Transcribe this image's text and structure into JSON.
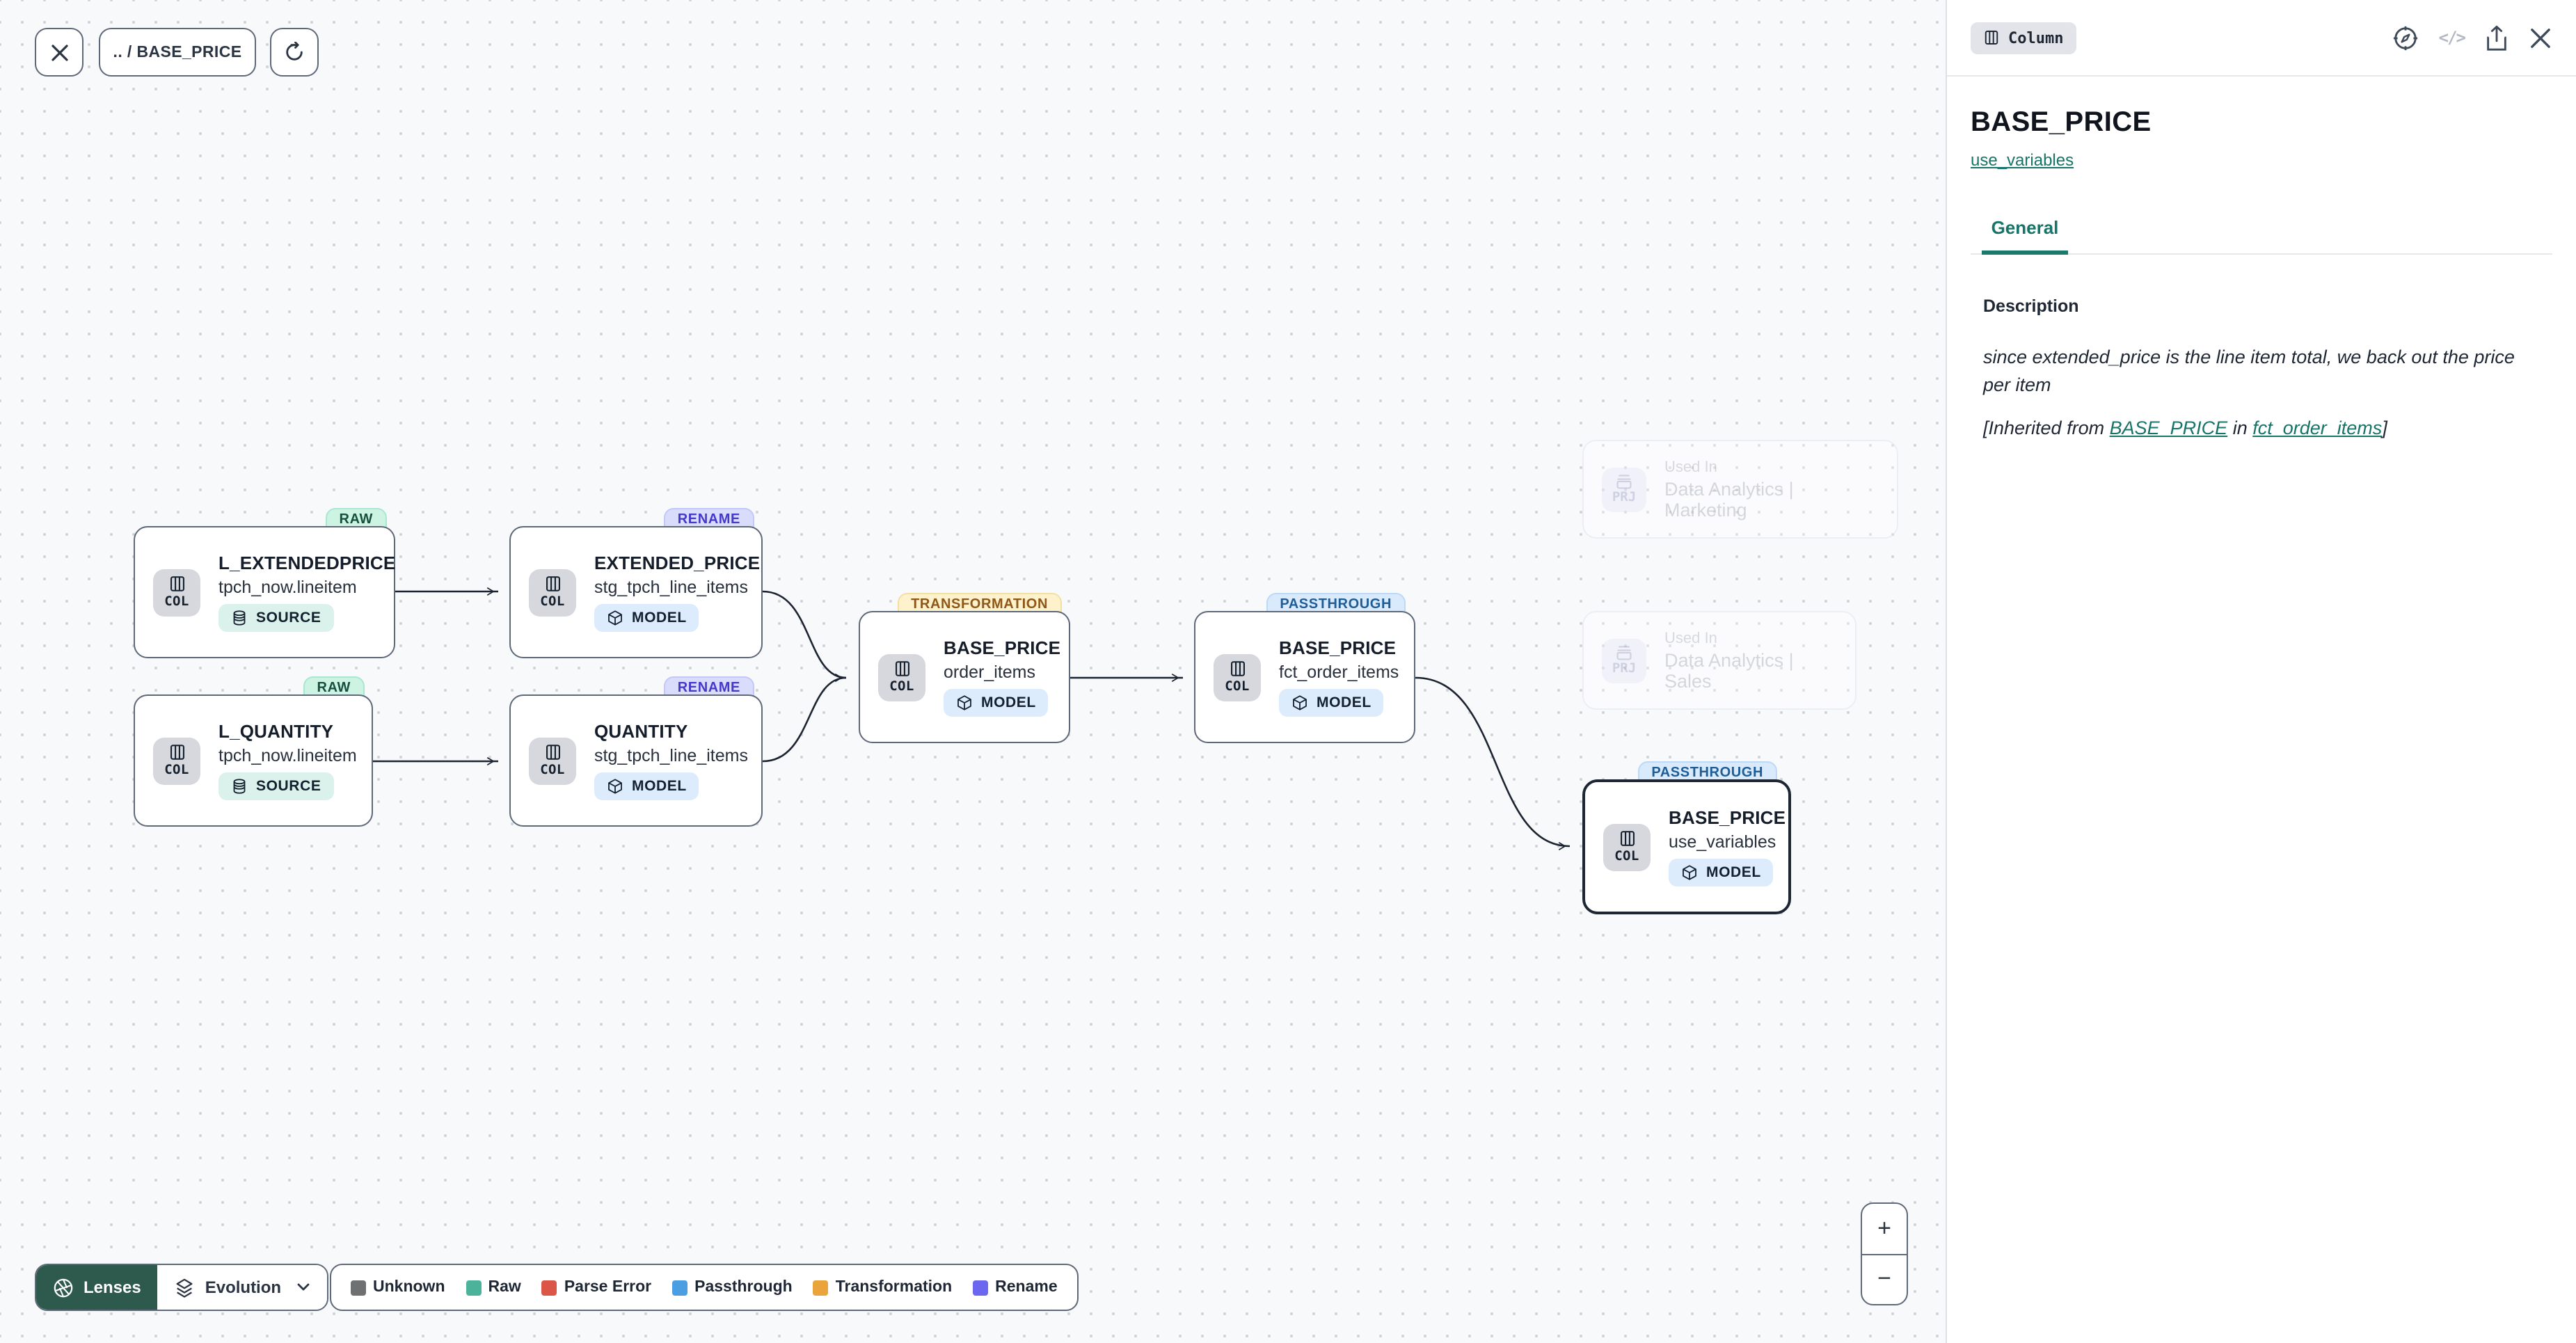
{
  "toolbar": {
    "breadcrumb": ".. / BASE_PRICE"
  },
  "nodes": [
    {
      "badge": "RAW",
      "title": "L_EXTENDEDPRICE",
      "subtitle": "tpch_now.lineitem",
      "type_label": "COL",
      "chip": "SOURCE"
    },
    {
      "badge": "RENAME",
      "title": "EXTENDED_PRICE",
      "subtitle": "stg_tpch_line_items",
      "type_label": "COL",
      "chip": "MODEL"
    },
    {
      "badge": "RAW",
      "title": "L_QUANTITY",
      "subtitle": "tpch_now.lineitem",
      "type_label": "COL",
      "chip": "SOURCE"
    },
    {
      "badge": "RENAME",
      "title": "QUANTITY",
      "subtitle": "stg_tpch_line_items",
      "type_label": "COL",
      "chip": "MODEL"
    },
    {
      "badge": "TRANSFORMATION",
      "title": "BASE_PRICE",
      "subtitle": "order_items",
      "type_label": "COL",
      "chip": "MODEL"
    },
    {
      "badge": "PASSTHROUGH",
      "title": "BASE_PRICE",
      "subtitle": "fct_order_items",
      "type_label": "COL",
      "chip": "MODEL"
    },
    {
      "badge": "PASSTHROUGH",
      "title": "BASE_PRICE",
      "subtitle": "use_variables",
      "type_label": "COL",
      "chip": "MODEL"
    }
  ],
  "ghosts": [
    {
      "label": "Used In",
      "name": "Data Analytics | Marketing",
      "type_label": "PRJ"
    },
    {
      "label": "Used In",
      "name": "Data Analytics | Sales",
      "type_label": "PRJ"
    }
  ],
  "lenses": {
    "button_label": "Lenses",
    "dropdown_label": "Evolution"
  },
  "legend": {
    "items": [
      {
        "label": "Unknown",
        "color": "#6e7072"
      },
      {
        "label": "Raw",
        "color": "#4cb39b"
      },
      {
        "label": "Parse Error",
        "color": "#dc5647"
      },
      {
        "label": "Passthrough",
        "color": "#4b9ee2"
      },
      {
        "label": "Transformation",
        "color": "#e9a43b"
      },
      {
        "label": "Rename",
        "color": "#6b68ef"
      }
    ]
  },
  "zoom_controls": {
    "zoom_in": "+",
    "zoom_out": "−"
  },
  "panel": {
    "type_badge": "Column",
    "title": "BASE_PRICE",
    "model_link": "use_variables",
    "tab_general": "General",
    "description_label": "Description",
    "description": "since extended_price is the line item total, we back out the price per item",
    "inherited_prefix": "[Inherited from ",
    "inherited_link_column": "BASE_PRICE",
    "inherited_mid": " in ",
    "inherited_link_model": "fct_order_items",
    "inherited_suffix": "]"
  }
}
